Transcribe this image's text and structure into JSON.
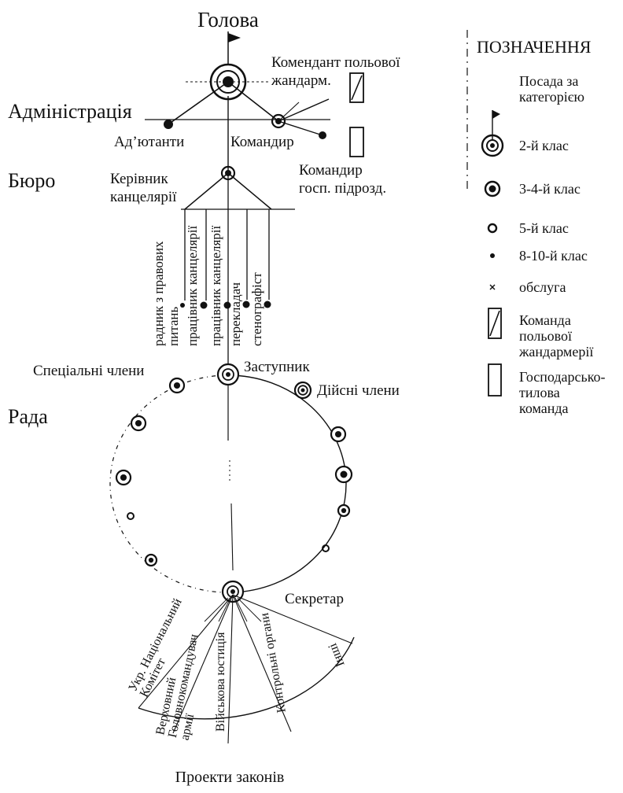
{
  "diagram": {
    "head_label": "Голова",
    "administration_label": "Адміністрація",
    "adjutants_label": "Ад’ютанти",
    "commander_label": "Командир",
    "gendarmerie_commandant_label": [
      "Комендант польової",
      "жандарм."
    ],
    "supply_commander_label": [
      "Командир",
      "госп. підрозд."
    ],
    "bureau_label": "Бюро",
    "office_head_label": [
      "Керівник",
      "канцелярії"
    ],
    "bureau_staff": [
      [
        "радник з правових",
        "питань"
      ],
      [
        "працівник канцелярії"
      ],
      [
        "працівник канцелярії"
      ],
      [
        "перекладач"
      ],
      [
        "стенографіст"
      ]
    ],
    "special_members_label": "Спеціальні члени",
    "deputy_label": "Заступник",
    "full_members_label": "Дійсні члени",
    "council_label": "Рада",
    "secretary_label": "Секретар",
    "draft_sources": [
      [
        "Укр. Національний",
        "Комітет"
      ],
      [
        "Верховний",
        "Головнокомандувач",
        "армії"
      ],
      [
        "Військова юстиція"
      ],
      [
        "Контрольні органи"
      ],
      [
        "Інші"
      ]
    ],
    "bottom_label": "Проекти законів"
  },
  "legend": {
    "title": "ПОЗНАЧЕННЯ",
    "items": [
      {
        "icon": "flag-icon",
        "label": [
          "Посада за",
          "категорією"
        ]
      },
      {
        "icon": "double-ring-icon",
        "label": [
          "2-й клас"
        ]
      },
      {
        "icon": "ring-icon",
        "label": [
          "3-4-й клас"
        ]
      },
      {
        "icon": "small-ring-icon",
        "label": [
          "5-й клас"
        ]
      },
      {
        "icon": "dot-icon",
        "label": [
          "8-10-й клас"
        ]
      },
      {
        "icon": "cross-icon",
        "label": [
          "обслуга"
        ]
      },
      {
        "icon": "hatched-box-icon",
        "label": [
          "Команда",
          "польової",
          "жандармерії"
        ]
      },
      {
        "icon": "box-icon",
        "label": [
          "Господарсько-",
          "тилова",
          "команда"
        ]
      }
    ]
  },
  "colors": {
    "ink": "#111111",
    "paper": "#ffffff"
  }
}
